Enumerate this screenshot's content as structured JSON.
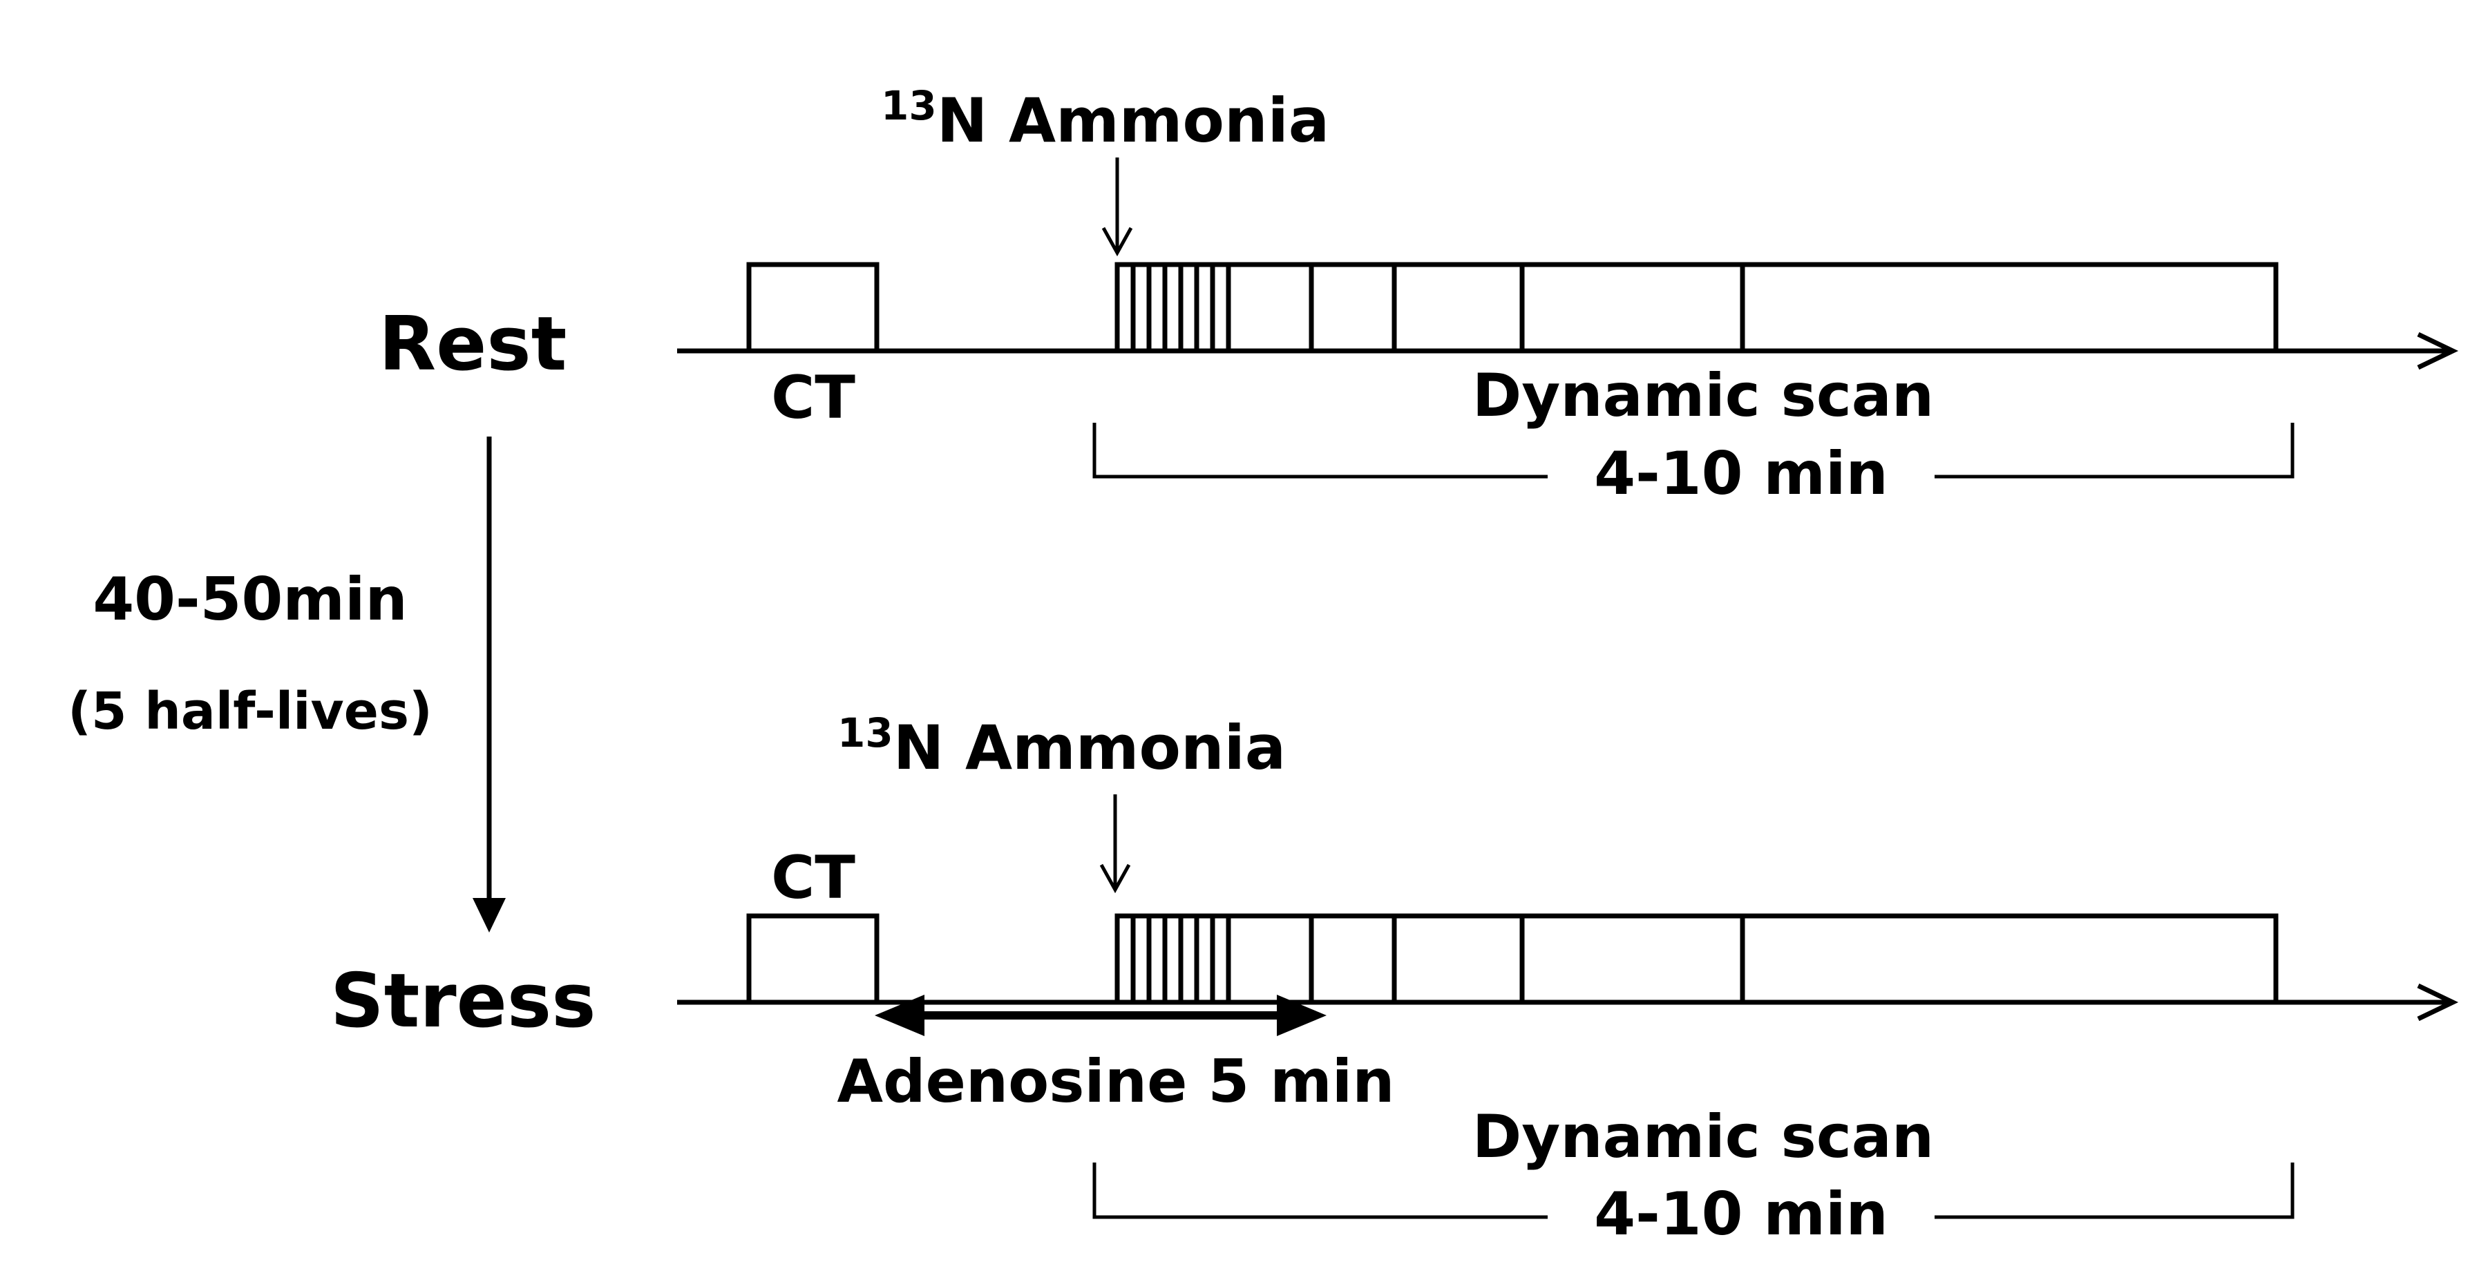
{
  "rest": {
    "phase_label": "Rest",
    "ct_label": "CT",
    "tracer_label": "N Ammonia",
    "tracer_isotope_mass": "13",
    "scan_label": "Dynamic scan",
    "duration_label": "4-10 min"
  },
  "interval": {
    "time_label": "40-50min",
    "note_label": "(5 half-lives)"
  },
  "stress": {
    "phase_label": "Stress",
    "ct_label": "CT",
    "tracer_label": "N Ammonia",
    "tracer_isotope_mass": "13",
    "stressor_label": "Adenosine 5 min",
    "scan_label": "Dynamic scan",
    "duration_label": "4-10 min"
  }
}
